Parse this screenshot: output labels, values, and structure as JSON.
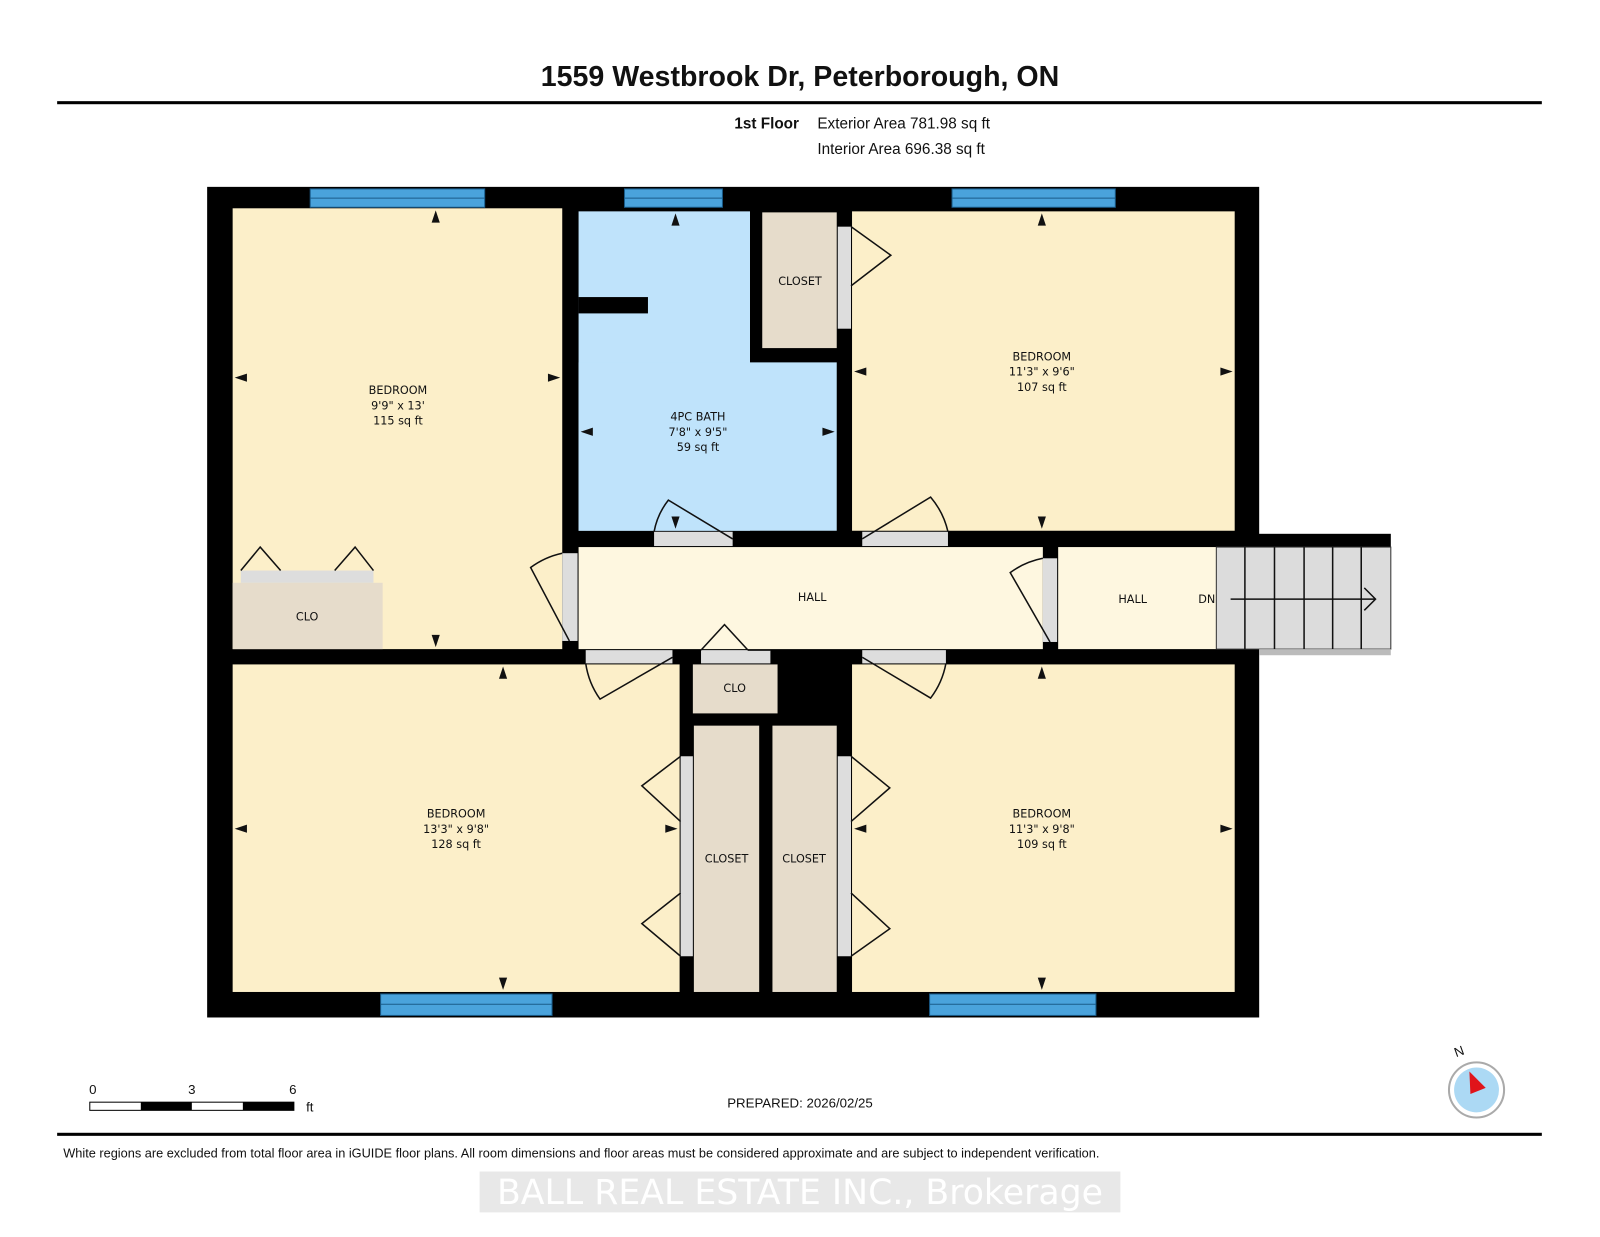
{
  "header": {
    "title": "1559 Westbrook Dr, Peterborough, ON",
    "floor": "1st Floor",
    "exterior_area": "Exterior Area 781.98 sq ft",
    "interior_area": "Interior Area 696.38 sq ft"
  },
  "rooms": [
    {
      "name": "BEDROOM",
      "dims": "9'9\" x 13'",
      "area": "115 sq ft"
    },
    {
      "name": "4PC BATH",
      "dims": "7'8\" x 9'5\"",
      "area": "59 sq ft"
    },
    {
      "name": "BEDROOM",
      "dims": "11'3\" x 9'6\"",
      "area": "107 sq ft"
    },
    {
      "name": "BEDROOM",
      "dims": "13'3\" x 9'8\"",
      "area": "128 sq ft"
    },
    {
      "name": "BEDROOM",
      "dims": "11'3\" x 9'8\"",
      "area": "109 sq ft"
    }
  ],
  "labels": {
    "closet_top": "CLOSET",
    "clo_left": "CLO",
    "clo_mid": "CLO",
    "closet_left": "CLOSET",
    "closet_right": "CLOSET",
    "hall": "HALL",
    "hall2": "HALL",
    "stairs": "DN"
  },
  "scale": {
    "t0": "0",
    "t3": "3",
    "t6": "6",
    "unit": "ft"
  },
  "compass": "N",
  "prepared": "PREPARED: 2026/02/25",
  "disclaimer": "White regions are excluded from total floor area in iGUIDE floor plans. All room dimensions and floor areas must be considered approximate and are subject to independent verification.",
  "watermark": "BALL REAL ESTATE INC., Brokerage",
  "colors": {
    "bedroom": "#fcefc9",
    "hall": "#fef7e0",
    "bath": "#bfe3fb",
    "closet": "#e6dccb",
    "window": "#4aa3dc",
    "wall": "#000000",
    "stairs": "#dcdcdc"
  }
}
